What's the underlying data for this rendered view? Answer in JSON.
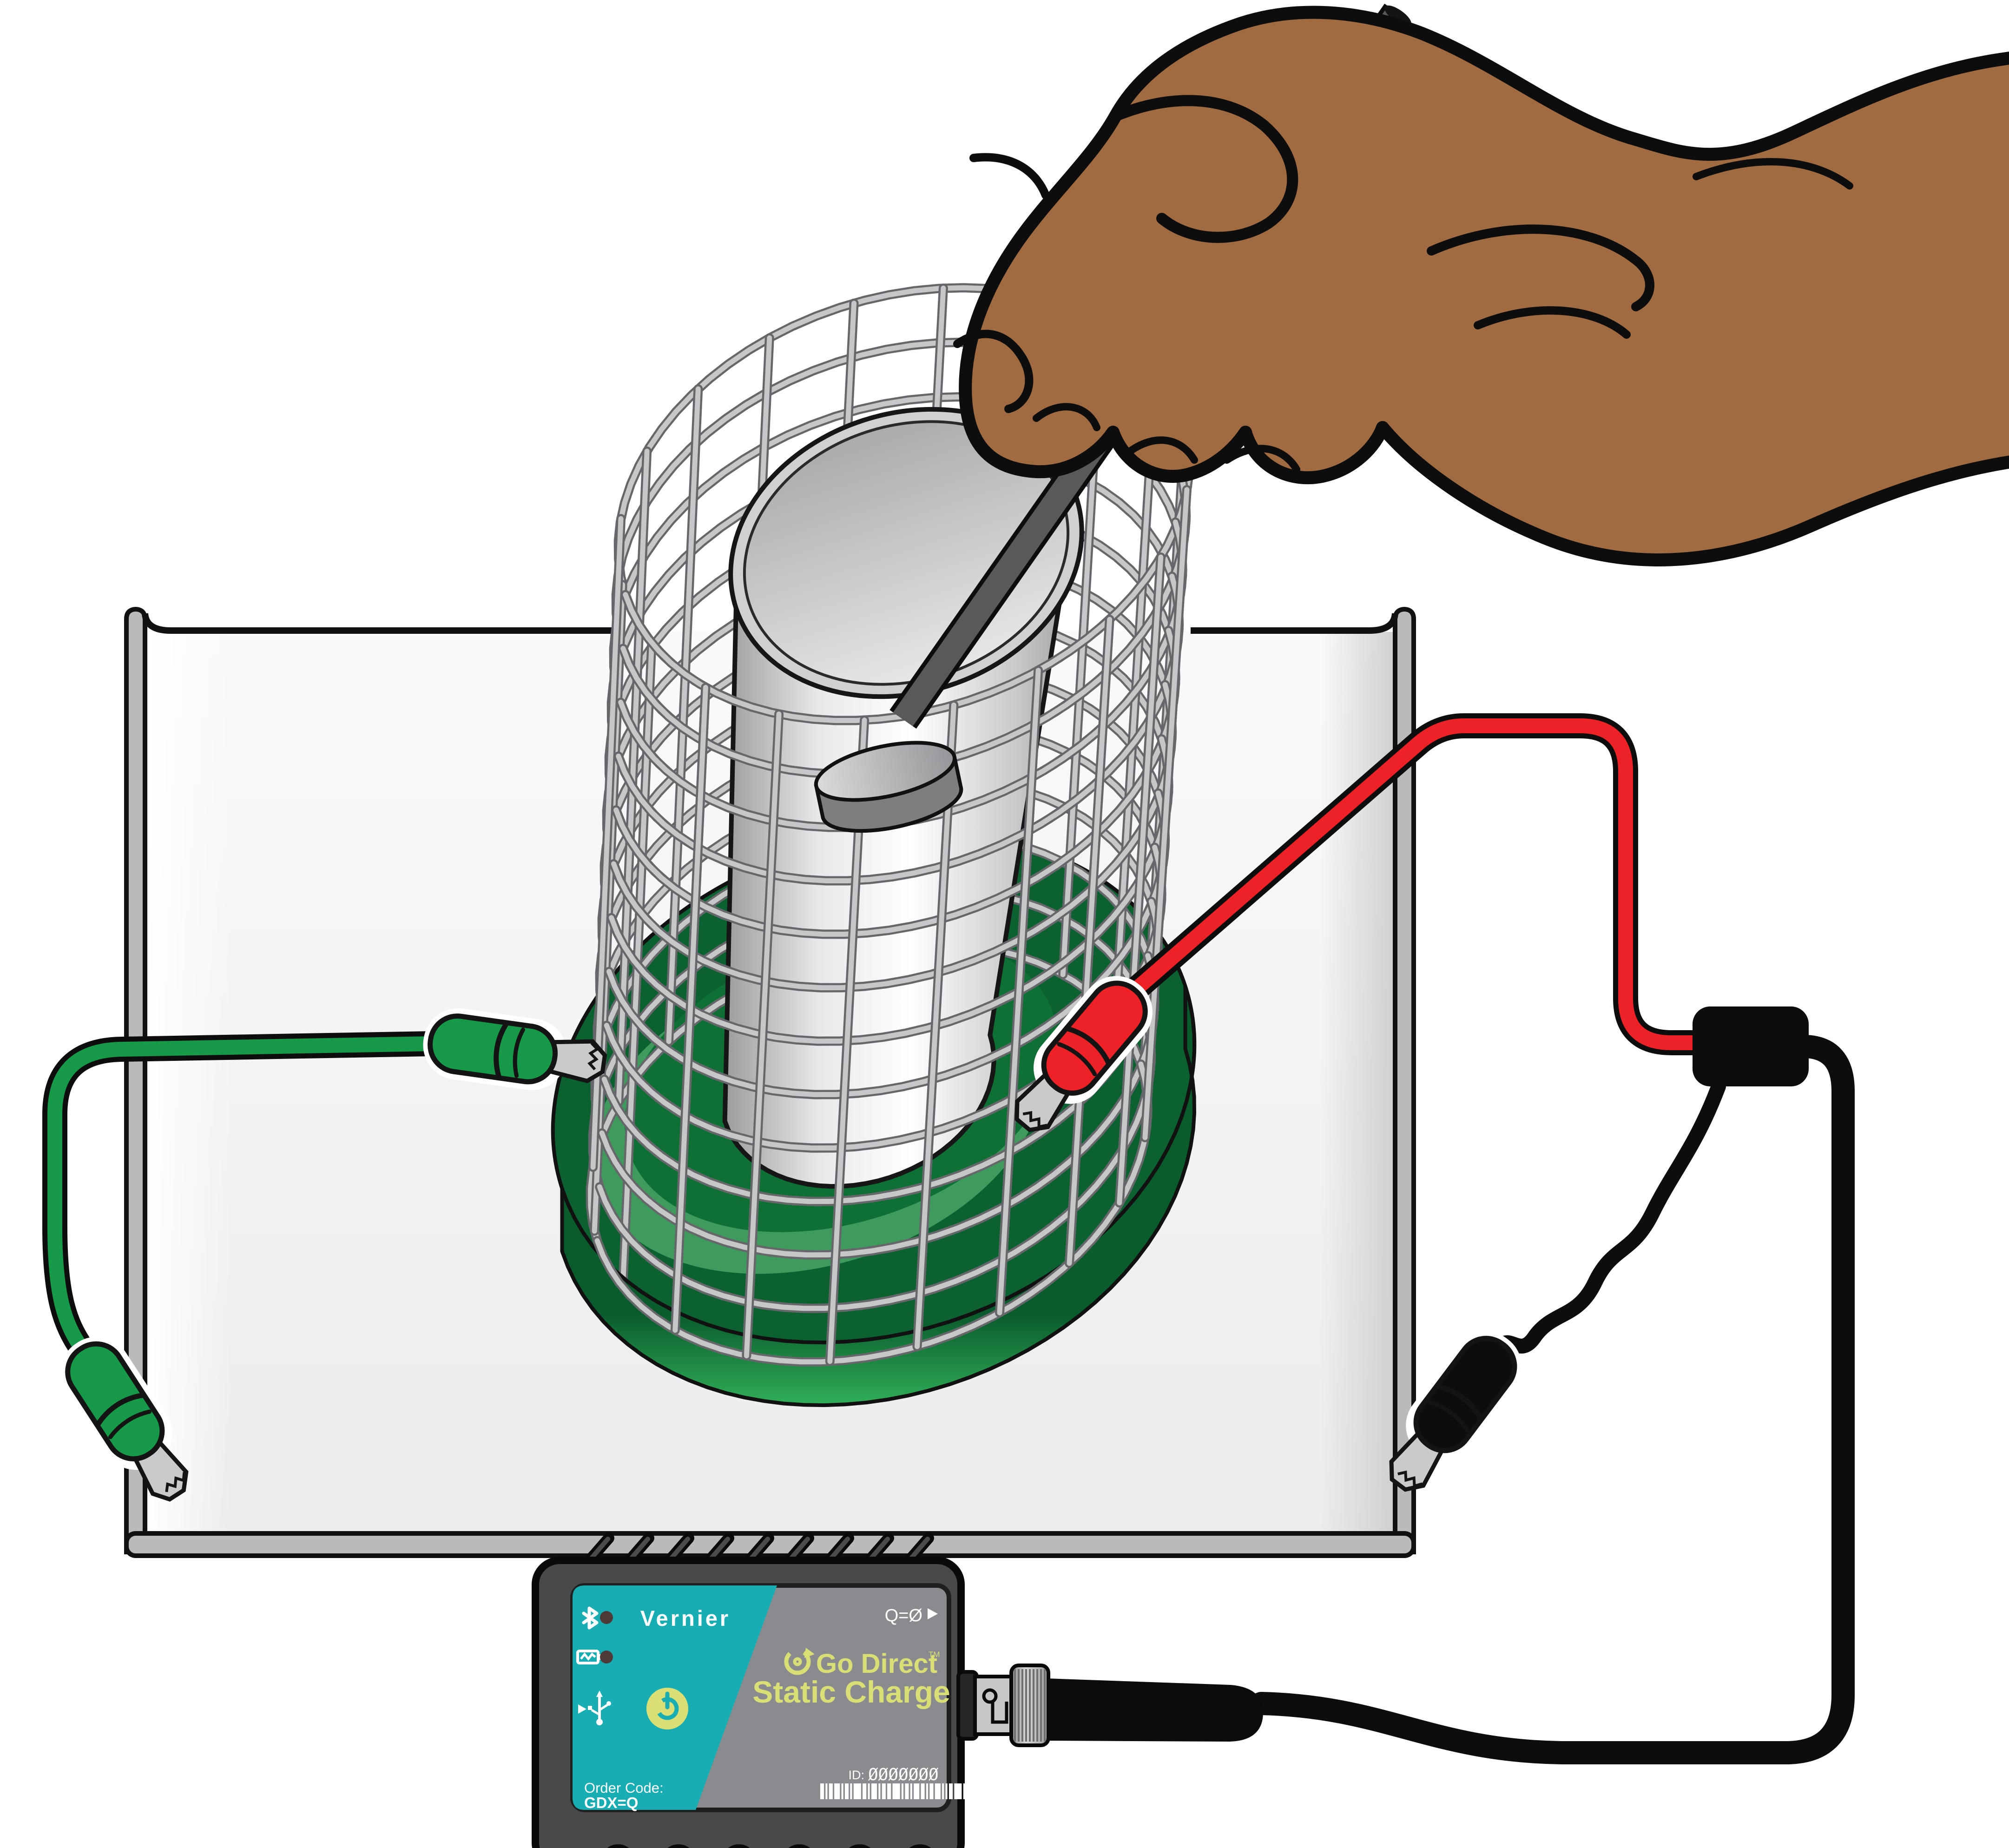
{
  "scene": {
    "description": "Electrostatics Faraday ice-pail experiment: hand lowering a charged rod with proof-plane disc into a wire-mesh shield cylinder on a green insulating base inside a clear container, connected by leads to a Vernier Go Direct Static Charge sensor",
    "background": "#FFFFFF"
  },
  "device": {
    "brand": "Vernier",
    "q_indicator": "Q=0",
    "q_arrow": "▶",
    "product_line": "Go Direct",
    "trademark": "TM",
    "product_name": "Static Charge",
    "id_label": "ID:",
    "id_value": "0000000",
    "order_code_label": "Order Code:",
    "order_code_value": "GDX=Q",
    "colors": {
      "teal": "#17ADB3",
      "label_gray": "#8A8B8E",
      "accent": "#D9DF75",
      "body": "#48494B",
      "led": "#4E3B39"
    }
  },
  "equipment_colors": {
    "hand_skin": "#A06B40",
    "rod": "#58595B",
    "rod_accent": "#C87B37",
    "mesh_wire": "#C6C7C9",
    "mesh_wire_outline": "#66676A",
    "pail_highlight": "#FFFFFF",
    "base_green_bright": "#2FAE57",
    "base_green_dark": "#0B6130",
    "lead_green": "#169A49",
    "lead_red": "#EC2227",
    "lead_black": "#0D0D0D",
    "container_wall": "#B9BABC",
    "container_fill": "#F3F3F4"
  }
}
